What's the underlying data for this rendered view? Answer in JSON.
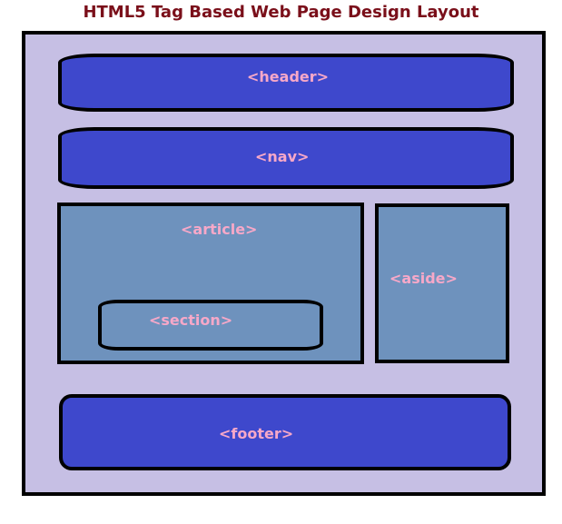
{
  "title": "HTML5 Tag Based Web Page Design Layout",
  "colors": {
    "title": "#7a0f1a",
    "page_background": "#c6bfe4",
    "blue_block": "#3e48cc",
    "steel_block": "#6e92bd",
    "label": "#f7a8c8",
    "border": "#000000"
  },
  "blocks": {
    "header": "<header>",
    "nav": "<nav>",
    "article": "<article>",
    "section": "<section>",
    "aside": "<aside>",
    "footer": "<footer>"
  }
}
